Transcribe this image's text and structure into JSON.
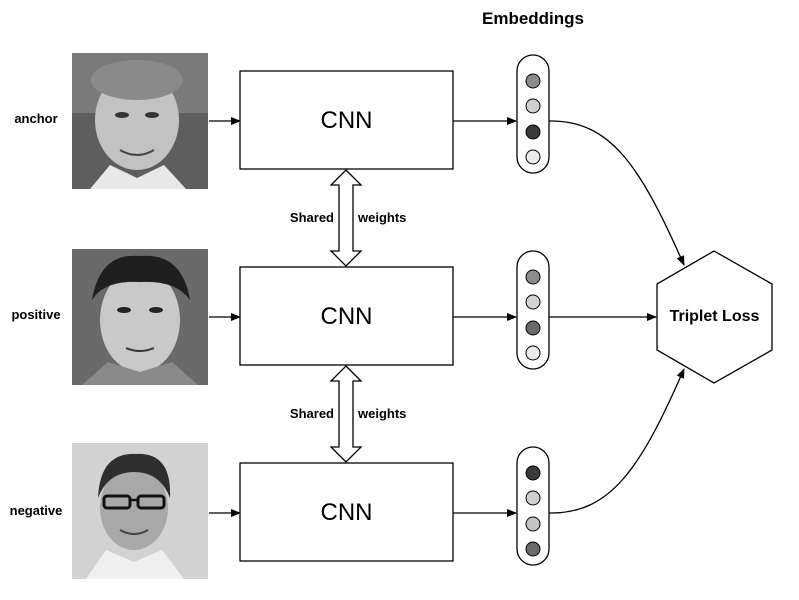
{
  "title": "Embeddings",
  "rows": [
    {
      "label": "anchor",
      "cnn": "CNN",
      "dots": [
        "#8c8c8c",
        "#cfcfcf",
        "#3a3a3a",
        "#ebebeb"
      ]
    },
    {
      "label": "positive",
      "cnn": "CNN",
      "dots": [
        "#8c8c8c",
        "#d3d3d3",
        "#6a6a6a",
        "#ececec"
      ]
    },
    {
      "label": "negative",
      "cnn": "CNN",
      "dots": [
        "#3a3a3a",
        "#cfcfcf",
        "#c4c4c4",
        "#6a6a6a"
      ]
    }
  ],
  "shared": [
    {
      "left": "Shared",
      "right": "weights"
    },
    {
      "left": "Shared",
      "right": "weights"
    }
  ],
  "loss": "Triplet Loss"
}
